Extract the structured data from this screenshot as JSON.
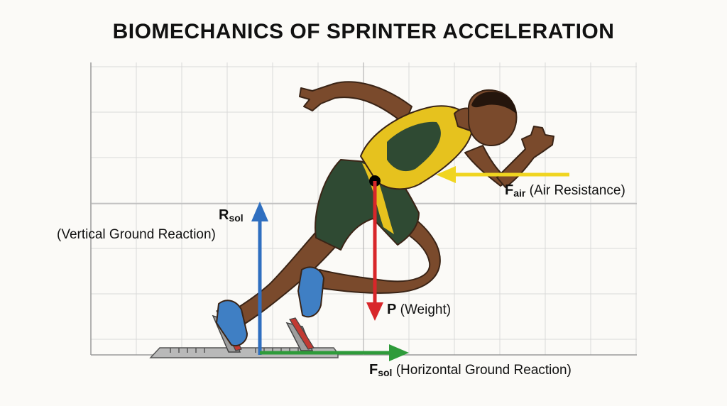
{
  "title": "BIOMECHANICS OF SPRINTER ACCELERATION",
  "forces": {
    "vertical": {
      "symbol": "R",
      "subscript": "sol",
      "description": "(Vertical Ground Reaction)",
      "color": "#2f6fc0"
    },
    "air": {
      "symbol": "F",
      "subscript": "air",
      "description": "(Air Resistance)",
      "color": "#f0d520"
    },
    "weight": {
      "symbol": "P",
      "description": "(Weight)",
      "color": "#d8262a"
    },
    "horizontal": {
      "symbol": "F",
      "subscript": "sol",
      "description": "(Horizontal Ground Reaction)",
      "color": "#2e9b3a"
    }
  },
  "colors": {
    "skin": "#7a4a2c",
    "jersey": "#e6c21e",
    "shorts": "#2f4a33",
    "shoe": "#3f7fc4",
    "grid": "#d9d9d9",
    "axis": "#9a9a9a"
  }
}
